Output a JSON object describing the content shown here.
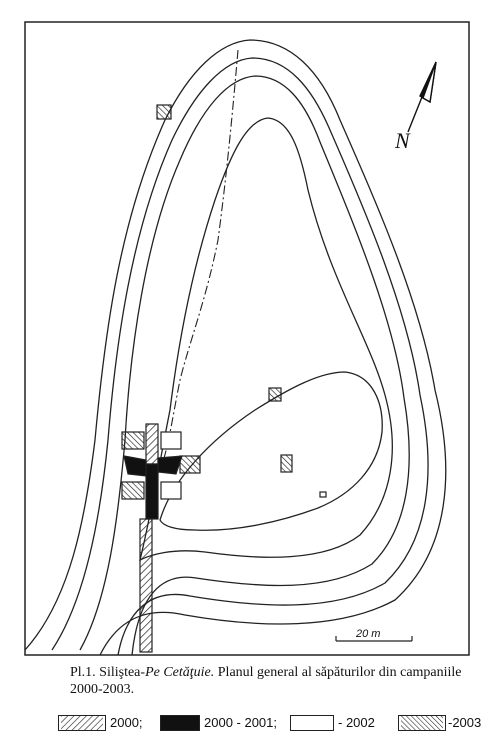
{
  "map": {
    "north_label": "N",
    "scale_label": "20 m"
  },
  "caption": {
    "prefix": "Pl.1. Siliştea-",
    "site": "Pe Cetăţuie.",
    "text": " Planul general al săpăturilor din campaniile 2000-2003."
  },
  "legend": [
    {
      "label": "2000;",
      "pattern": "hatch-right"
    },
    {
      "label": "2000 - 2001;",
      "pattern": "solid-black"
    },
    {
      "label": "- 2002",
      "pattern": "empty"
    },
    {
      "label": "-2003",
      "pattern": "hatch-left"
    }
  ],
  "colors": {
    "ink": "#111111",
    "paper": "#ffffff"
  }
}
